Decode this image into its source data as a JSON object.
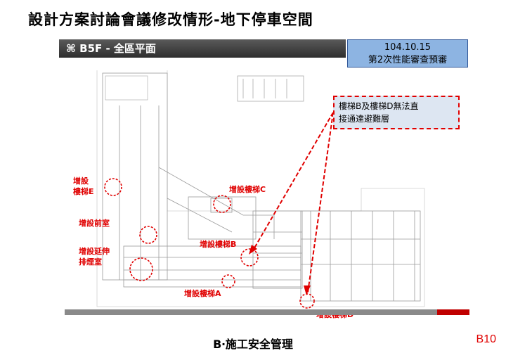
{
  "title": "設計方案討論會議修改情形-地下停車空間",
  "subtitle": "⌘ B5F - 全區平面",
  "review": {
    "date": "104.10.15",
    "session": "第2次性能審查預審"
  },
  "labels": {
    "stair_e_1": "增設",
    "stair_e_2": "樓梯E",
    "front_room": "增設前室",
    "smoke_1": "增設延伸",
    "smoke_2": "排煙室",
    "stair_c": "增設樓梯C",
    "stair_b": "增設樓梯B",
    "stair_a": "增設樓梯A",
    "stair_d": "增設樓梯D"
  },
  "note": {
    "line1": "樓梯B及樓梯D無法直",
    "line2": "接通達避難層"
  },
  "footer": "B‧施工安全管理",
  "page_number": "B10",
  "colors": {
    "accent_red": "#e00000",
    "header_gray": "#3d3d3d",
    "review_blue": "#8db4e2",
    "note_bg": "#dde6f2"
  }
}
